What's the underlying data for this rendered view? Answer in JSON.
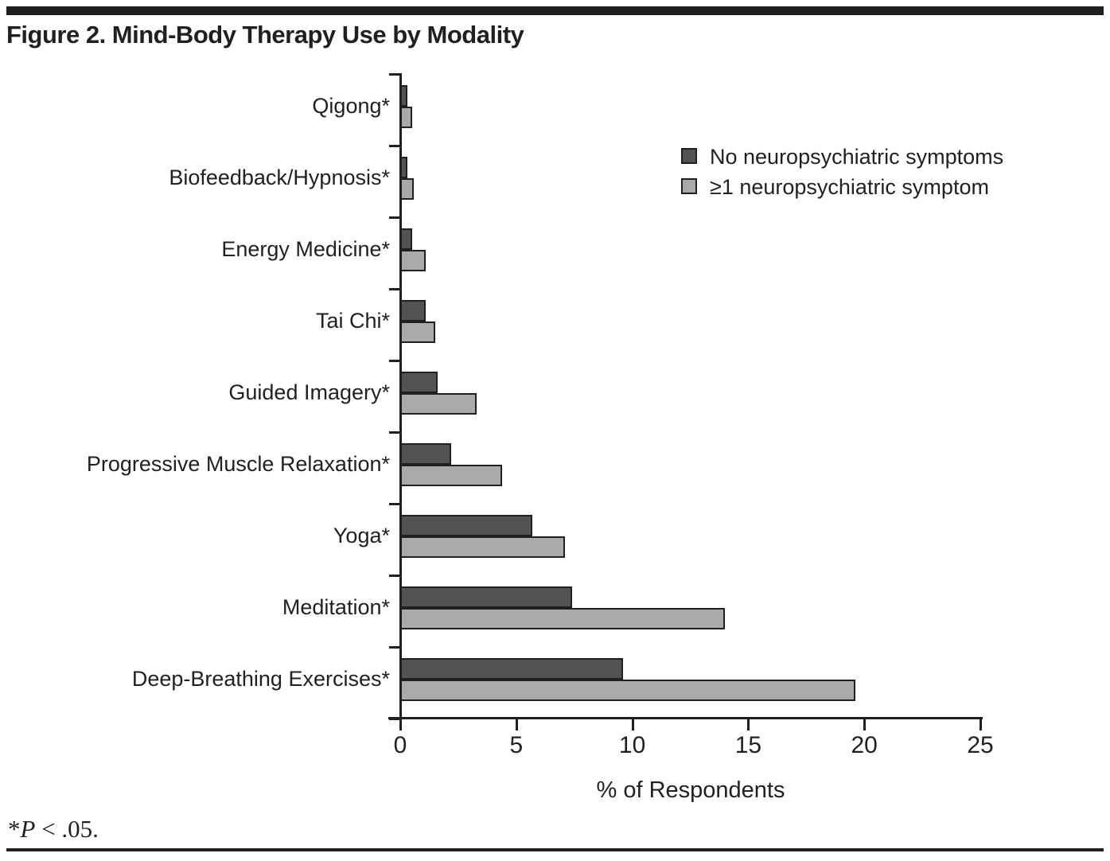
{
  "figure": {
    "title": "Figure 2. Mind-Body Therapy Use by Modality",
    "footnote": {
      "star": "*",
      "p": "P",
      "rest": " < .05."
    }
  },
  "chart_data": {
    "type": "bar",
    "orientation": "horizontal",
    "title": "Figure 2. Mind-Body Therapy Use by Modality",
    "categories": [
      "Qigong*",
      "Biofeedback/Hypnosis*",
      "Energy Medicine*",
      "Tai Chi*",
      "Guided Imagery*",
      "Progressive Muscle Relaxation*",
      "Yoga*",
      "Meditation*",
      "Deep-Breathing Exercises*"
    ],
    "series": [
      {
        "name": "No neuropsychiatric symptoms",
        "color": "#535355",
        "values": [
          0.3,
          0.3,
          0.5,
          1.1,
          1.6,
          2.2,
          5.7,
          7.4,
          9.6
        ]
      },
      {
        "name": "≥1 neuropsychiatric symptom",
        "color": "#aaaaad",
        "values": [
          0.5,
          0.6,
          1.1,
          1.5,
          3.3,
          4.4,
          7.1,
          14.0,
          19.6
        ]
      }
    ],
    "xlabel": "% of Respondents",
    "xlim": [
      0,
      25
    ],
    "xticks": [
      0,
      5,
      10,
      15,
      20,
      25
    ],
    "grid": false,
    "legend_position": "upper right inside plot",
    "footnote": "*P < .05."
  }
}
